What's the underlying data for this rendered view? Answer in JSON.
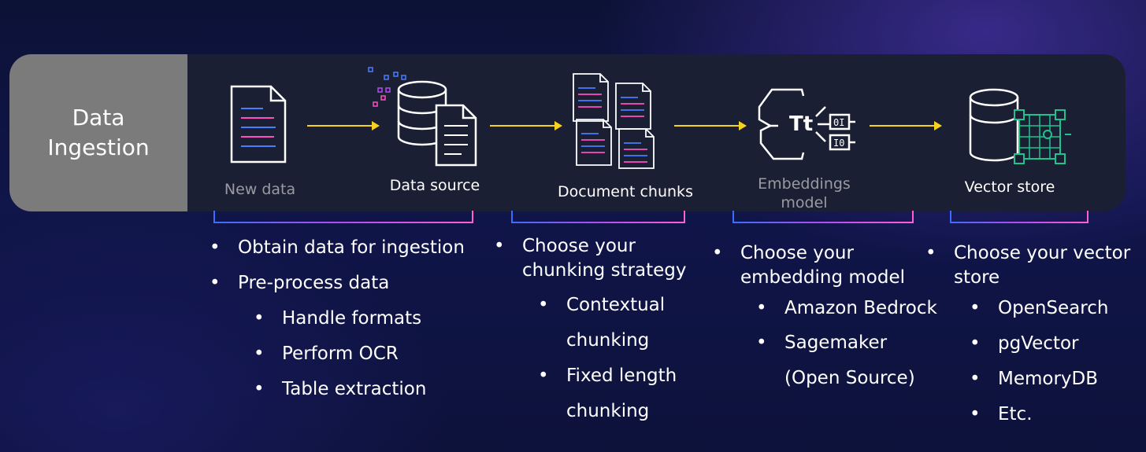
{
  "section_label": "Data\nIngestion",
  "stages": [
    {
      "label": "New data",
      "icon": "document-icon"
    },
    {
      "label": "Data source",
      "icon": "database-document-icon"
    },
    {
      "label": "Document chunks",
      "icon": "document-chunks-icon"
    },
    {
      "label": "Embeddings\nmodel",
      "icon": "embeddings-model-icon"
    },
    {
      "label": "Vector store",
      "icon": "vector-store-icon"
    }
  ],
  "colors": {
    "arrow": "#f4d21f",
    "accent_pink": "#ff4fc0",
    "accent_blue": "#4a7dff",
    "accent_green": "#1fc38e"
  },
  "columns": [
    {
      "items": [
        {
          "text": "Obtain data for ingestion",
          "sub": []
        },
        {
          "text": "Pre-process data",
          "sub": [
            "Handle formats",
            "Perform OCR",
            "Table extraction"
          ]
        }
      ]
    },
    {
      "items": [
        {
          "text": "Choose your\nchunking strategy",
          "sub": [
            "Contextual\nchunking",
            "Fixed length\nchunking"
          ]
        }
      ]
    },
    {
      "items": [
        {
          "text": "Choose your\nembedding model",
          "sub": [
            "Amazon Bedrock",
            "Sagemaker\n(Open Source)"
          ]
        }
      ]
    },
    {
      "items": [
        {
          "text": "Choose your vector\nstore",
          "sub": [
            "OpenSearch",
            "pgVector",
            "MemoryDB",
            "Etc."
          ]
        }
      ]
    }
  ]
}
